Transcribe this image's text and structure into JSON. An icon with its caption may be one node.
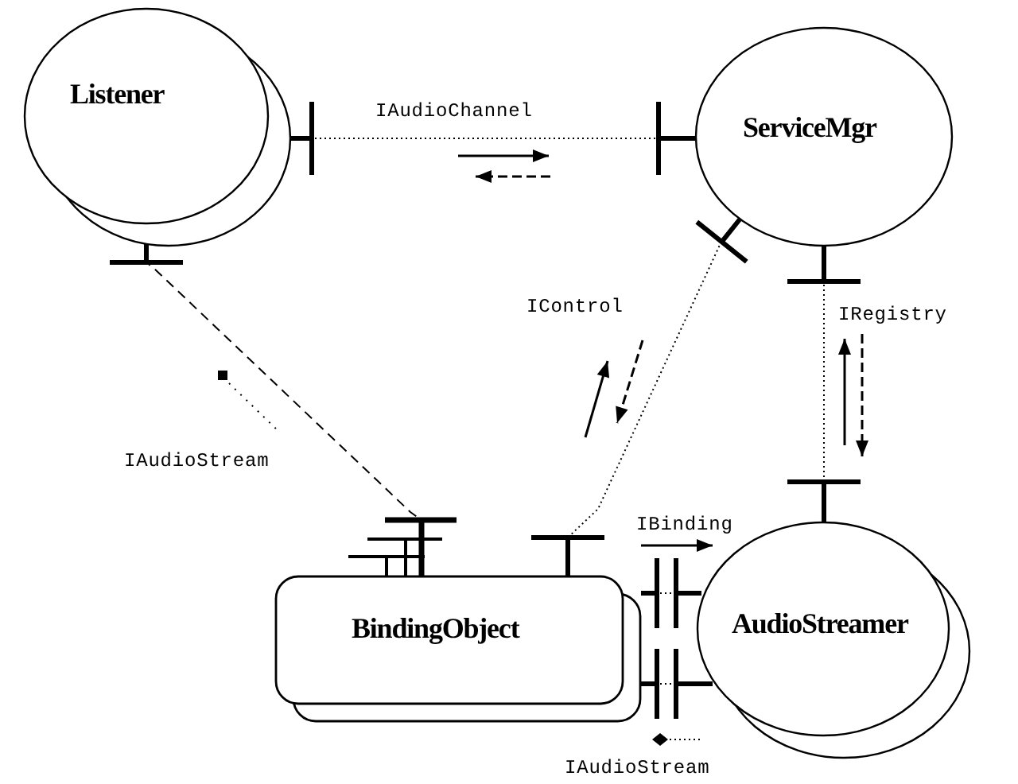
{
  "diagram": {
    "nodes": [
      {
        "text": [
          "Listener"
        ]
      },
      {
        "text": [
          "ServiceMgr"
        ]
      },
      {
        "text": [
          "BindingObject"
        ]
      },
      {
        "text": [
          "AudioStreamer"
        ]
      }
    ],
    "edges": [
      {
        "from": 0,
        "to": 1,
        "arrow": "other",
        "label": "IAudioChannel"
      },
      {
        "from": 0,
        "to": 2,
        "arrow": "other",
        "label": "IAudioStream",
        "style": "dashed"
      },
      {
        "from": 1,
        "to": 2,
        "arrow": "other",
        "label": "IControl"
      },
      {
        "from": 1,
        "to": 3,
        "arrow": "other",
        "label": "IRegistry"
      },
      {
        "from": 2,
        "to": 3,
        "arrow": "other",
        "label": "IBinding"
      },
      {
        "from": 2,
        "to": 3,
        "arrow": "other",
        "label": "IAudioStream"
      }
    ]
  }
}
